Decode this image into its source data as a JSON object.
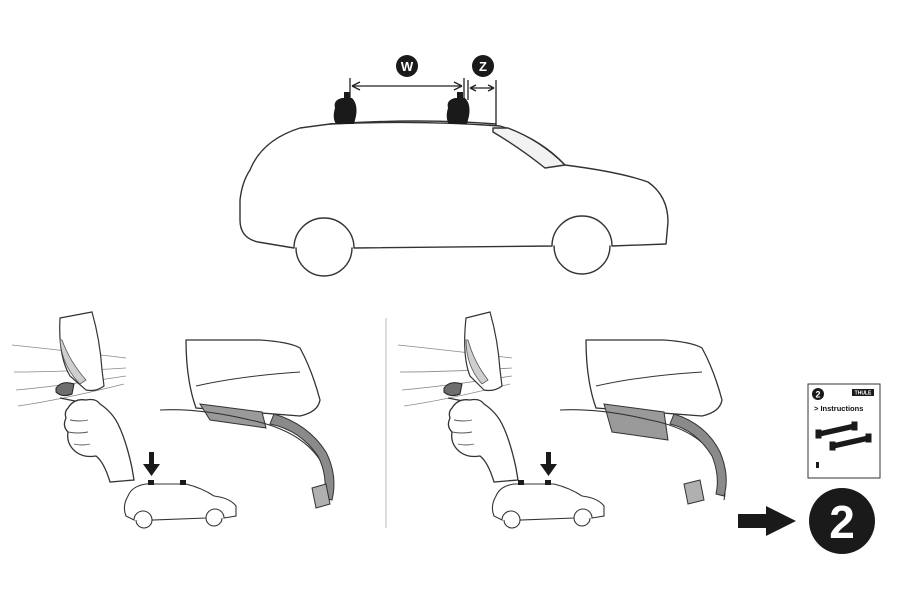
{
  "dimensions": {
    "w_label": "W",
    "z_label": "Z"
  },
  "booklet": {
    "step_number": "2",
    "title": "> Instructions",
    "brand": "THULE"
  },
  "next_step": {
    "number": "2"
  },
  "colors": {
    "line": "#222222",
    "shade": "#9a9a9a",
    "dark": "#1a1a1a"
  },
  "icons": [
    "car-icon",
    "foot-pad-icon",
    "hand-icon",
    "arrow-down-icon",
    "arrow-right-icon",
    "instructions-booklet-icon"
  ]
}
